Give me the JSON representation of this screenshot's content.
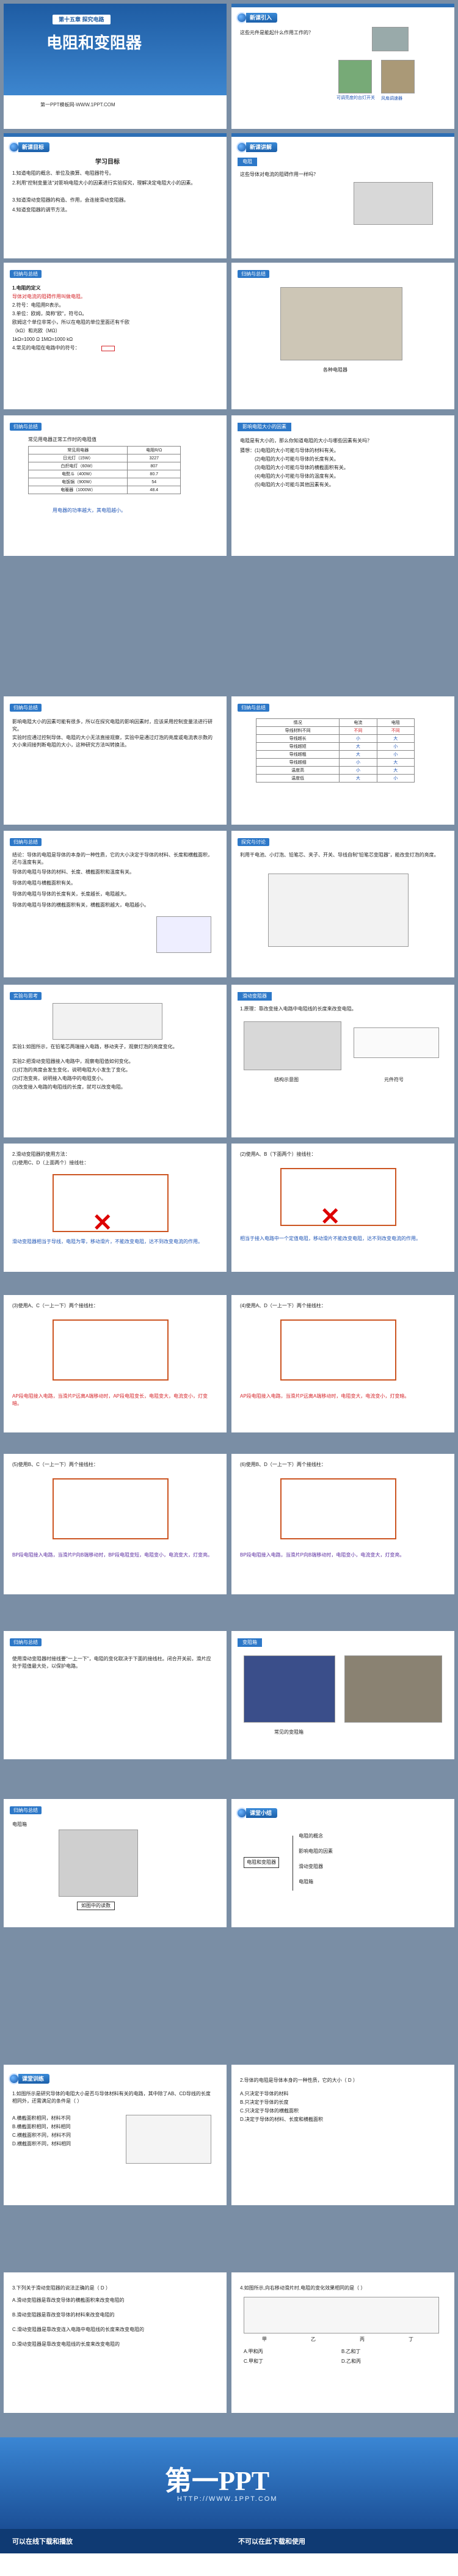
{
  "slide1": {
    "chapter": "第十五章  探究电路",
    "title": "电阻和变阻器",
    "site": "第一PPT模板网-WWW.1PPT.COM"
  },
  "slide2": {
    "section": "新课引入",
    "question": "这些元件是能起什么作用工作的？",
    "caption1": "可调亮度的台灯开关",
    "caption2": "风扇调速器"
  },
  "slide3": {
    "section": "新课目标",
    "heading": "学习目标",
    "lines": [
      "1.知道电阻的概念、单位及换算、电阻器符号。",
      "2.利用\"控制变量法\"对影响电阻大小的因素进行实验探究，理解决定电阻大小的因素。",
      "3.知道滑动变阻器的构造、作用，会连接滑动变阻器。",
      "4.知道变阻器的调节方法。"
    ]
  },
  "slide4": {
    "section": "新课讲解",
    "sub": "电阻",
    "question": "这些导体对电流的阻碍作用一样吗？"
  },
  "slide5": {
    "tag": "归纳与总结",
    "lines": [
      "1.电阻的定义",
      "导体对电流的阻碍作用叫做电阻。",
      "2.符号：电阻用R表示。",
      "3.单位：欧姆，简称\"欧\"，符号Ω。",
      "欧姆这个单位非常小，所以在电阻的单位里面还有千欧",
      "（kΩ）和兆欧（MΩ）",
      "1kΩ=1000 Ω     1MΩ=1000 kΩ",
      "4.常见的电阻在电路中的符号："
    ]
  },
  "slide6": {
    "tag": "归纳与总结",
    "caption": "各种电阻器"
  },
  "slide7": {
    "tag": "归纳与总结",
    "title": "常见用电器正常工作时的电阻值",
    "headers": [
      "常见用电器",
      "电阻R/Ω"
    ],
    "rows": [
      [
        "日光灯（15W）",
        "3227"
      ],
      [
        "白炽电灯（60W）",
        "807"
      ],
      [
        "电熨斗（400W）",
        "80.7"
      ],
      [
        "电饭锅（900W）",
        "54"
      ],
      [
        "电暖器（1000W）",
        "48.4"
      ]
    ],
    "note": "用电器的功率越大，其电阻越小。"
  },
  "slide8": {
    "sub": "影响电阻大小的因素",
    "lines": [
      "电阻是有大小的，那么你知道电阻的大小与哪些因素有关吗？",
      "猜想：(1)电阻的大小可能与导体的材料有关。",
      "(2)电阻的大小可能与导体的长度有关。",
      "(3)电阻的大小可能与导体的横截面积有关。",
      "(4)电阻的大小可能与导体的温度有关。",
      "(5)电阻的大小可能与其他因素有关。"
    ]
  },
  "slide9": {
    "tag": "归纳与总结",
    "lines": [
      "影响电阻大小的因素可能有很多，所以在探究电阻的影响因素时，应该采用控制变量法进行研究。",
      "实验时应通过控制导体、电阻的大小无法直接观察，实验中是通过灯泡的亮度或电流表示数的大小来间接判断电阻的大小，这种研究方法叫转换法。"
    ]
  },
  "slide10": {
    "tag": "归纳与总结",
    "headers": [
      "情况",
      "电流",
      "电阻"
    ],
    "rows": [
      [
        "导线材料不同",
        "不同",
        "不同"
      ],
      [
        "导线越长",
        "小",
        "大"
      ],
      [
        "导线越短",
        "大",
        "小"
      ],
      [
        "导线越粗",
        "大",
        "小"
      ],
      [
        "导线越细",
        "小",
        "大"
      ],
      [
        "温度高",
        "小",
        "大"
      ],
      [
        "温度低",
        "大",
        "小"
      ]
    ]
  },
  "slide11": {
    "tag": "归纳与总结",
    "lines": [
      "结论：导体的电阻是导体的本身的一种性质，它的大小决定于导体的材料、长度和横截面积，还与温度有关。",
      "导体的电阻与导体的材料、长度、横截面积和温度有关。",
      "导体的电阻与横截面积有关。",
      "导体的电阻与导体的长度有关，长度越长，电阻越大。",
      "导体的电阻与导体的横截面积有关，横截面积越大，电阻越小。"
    ]
  },
  "slide12": {
    "tag": "探究与讨论",
    "lines": [
      "利用干电池、小灯泡、铅笔芯、夹子、开关、导线自制\"铅笔芯变阻器\"，能改变灯泡的亮度。"
    ]
  },
  "slide13": {
    "tag": "实验与思考",
    "lines": [
      "实验1:如图所示，在铅笔芯两端接入电路，移动夹子，观察灯泡的亮度变化。",
      "实验2:把滑动变阻器接入电路中，观察电阻值如何变化。",
      "(1)灯泡的亮度会发生变化，说明电阻大小发生了变化。",
      "(2)灯泡变亮，说明接入电路中的电阻变小。",
      "(3)改变接入电路的电阻线的长度，就可以改变电阻。"
    ]
  },
  "slide14": {
    "sub": "滑动变阻器",
    "lines": [
      "1.原理：靠改变接入电路中电阻线的长度来改变电阻。"
    ],
    "labels": [
      "结构示意图",
      "元件符号"
    ]
  },
  "slide15": {
    "lines": [
      "2.滑动变阻器的使用方法：",
      "(1)使用C、D（上面两个）接线柱："
    ],
    "note": "滑动变阻器相当于导线，电阻为零，移动滑片，不能改变电阻，达不到改变电流的作用。"
  },
  "slide16": {
    "lines": [
      "(2)使用A、B（下面两个）接线柱："
    ],
    "note": "相当于接入电路中一个定值电阻，移动滑片不能改变电阻，达不到改变电流的作用。"
  },
  "slide17": {
    "lines": [
      "(3)使用A、C（一上一下）两个接线柱："
    ],
    "note": "AP段电阻接入电路，当滑片P远离A端移动时，AP段电阻变长，电阻变大，电流变小，灯变暗。"
  },
  "slide18": {
    "lines": [
      "(4)使用A、D（一上一下）两个接线柱："
    ],
    "note": "AP段电阻接入电路，当滑片P远离A端移动时，电阻变大，电流变小，灯变暗。"
  },
  "slide19": {
    "lines": [
      "(5)使用B、C（一上一下）两个接线柱："
    ],
    "note": "BP段电阻接入电路，当滑片P向B端移动时，BP段电阻变短，电阻变小，电流变大，灯变亮。"
  },
  "slide20": {
    "lines": [
      "(6)使用B、D（一上一下）两个接线柱："
    ],
    "note": "BP段电阻接入电路，当滑片P向B端移动时，电阻变小，电流变大，灯变亮。"
  },
  "slide21": {
    "tag": "归纳与总结",
    "lines": [
      "使用滑动变阻器时接线要\"一上一下\"，电阻的变化取决于下面的接线柱。闭合开关前，滑片应处于阻值最大处，以保护电路。"
    ]
  },
  "slide22": {
    "sub": "变阻箱",
    "caption": "常见的变阻箱"
  },
  "slide23": {
    "tag": "归纳与总结",
    "label": "电阻箱",
    "caption": "如图中的读数"
  },
  "slide24": {
    "section": "课堂小结",
    "center": "电阻和变阻器",
    "items": [
      "电阻的概念",
      "影响电阻的因素",
      "滑动变阻器",
      "电阻箱"
    ]
  },
  "slide25": {
    "section": "课堂训练",
    "q": "1.如图所示是研究导体的电阻大小是否与导体材料有关的电路，其中除了AB、CD导线的长度相同外，还需满足的条件是（  ）",
    "options": [
      "A.横截面积相同，材料不同",
      "B.横截面积相同，材料相同",
      "C.横截面积不同，材料不同",
      "D.横截面积不同，材料相同"
    ]
  },
  "slide26": {
    "q": "2.导体的电阻是导体本身的一种性质，它的大小（ D ）",
    "options": [
      "A.只决定于导体的材料",
      "B.只决定于导体的长度",
      "C.只决定于导体的横截面积",
      "D.决定于导体的材料、长度和横截面积"
    ]
  },
  "slide27": {
    "q": "3.下列关于滑动变阻器的说法正确的是（  D  ）",
    "options": [
      "A.滑动变阻器是靠改变导体的横截面积来改变电阻的",
      "B.滑动变阻器是靠改变导体的材料来改变电阻的",
      "C.滑动变阻器是靠改变连入电路中电阻线的长度来改变电阻的",
      "D.滑动变阻器是靠改变电阻线的长度来改变电阻的"
    ]
  },
  "slide28": {
    "q": "4.如图所示,向右移动滑片时,电阻的变化效果相同的是（  ）",
    "labels": [
      "甲",
      "乙",
      "丙",
      "丁"
    ],
    "options": [
      "A.甲和丙",
      "B.乙和丁",
      "C.甲和丁",
      "D.乙和丙"
    ]
  },
  "footer": {
    "logo": "第一PPT",
    "url": "HTTP://WWW.1PPT.COM",
    "left": "可以在线下载和播放",
    "right": "不可以在此下载和使用"
  }
}
